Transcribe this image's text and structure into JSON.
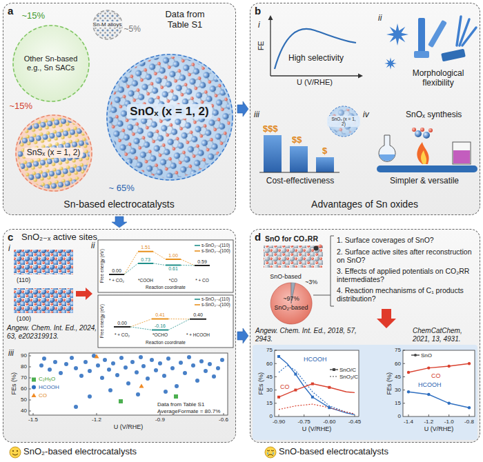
{
  "diagram": {
    "nodes": [
      {
        "text": [
          "a",
          "Sn-based electrocatalysts"
        ]
      },
      {
        "text": [
          "~15%",
          "Other Sn-based e.g., Sn SACs"
        ],
        "in": 0
      },
      {
        "text": [
          "Sn-M alloys",
          "~5%"
        ],
        "in": 0
      },
      {
        "text": [
          "SnOₓ (x = 1, 2)",
          "~ 65%"
        ],
        "in": 0
      },
      {
        "text": [
          "~15%",
          "SnSₓ (x = 1, 2)"
        ],
        "in": 0
      },
      {
        "text": [
          "b",
          "Advantages of Sn oxides"
        ]
      },
      {
        "text": [
          "c",
          "SnO₂₋ₓ active sites"
        ]
      },
      {
        "text": [
          "d"
        ]
      }
    ],
    "edges": [
      {
        "from": 0,
        "to": 5,
        "arrow": "to"
      },
      {
        "from": 0,
        "to": 6,
        "arrow": "to"
      },
      {
        "from": 6,
        "to": 7,
        "arrow": "to"
      }
    ],
    "labels": [
      "Data from Table S1",
      "i",
      "FE",
      "High selectivity",
      "U (V/RHE)",
      "ii",
      "Morphological flexibility",
      "iii",
      "$$$",
      "$$",
      "$",
      "SnOₓ (x = 1, 2)",
      "Cost-effectiveness",
      "iv",
      "SnOₓ synthesis",
      "Simpler & versatile",
      "i",
      "(110)",
      "(100)",
      "Angew. Chem. Int. Ed., 2024, 63, e202319913.",
      "ii",
      "Free energy (eV)",
      "0.00",
      "1.51",
      "0.73",
      "1.00",
      "0.61",
      "0.59",
      "* + CO₂",
      "*COOH",
      "*CO",
      "* + CO",
      "Reaction coordinate",
      "Free energy (eV)",
      "0.00",
      "0.41",
      "-0.16",
      "0.40",
      "* + CO₂",
      "*OCHO",
      "* + HCOOH",
      "Reaction coordinate",
      "iii",
      "FEs (%)",
      "90",
      "80",
      "70",
      "60",
      "50",
      "40",
      "-1.5",
      "-1.2",
      "-0.9",
      "-0.6",
      "U (V/RHE)",
      "Data from Table S1",
      "AverageFormate = 80.7%",
      "SnO for CO₂RR",
      "SnO-based",
      "~3%",
      "~97%",
      "SnO₂-based",
      "1. Surface coverages of SnO?",
      "2. Surface active sites after reconstruction on SnO?",
      "3. Effects of applied potentials on CO₂RR intermediates?",
      "4. Reaction mechanisms of C₁ products distribution?",
      "Angew. Chem. Int. Ed., 2018, 57, 2943.",
      "ChemCatChem, 2021, 13, 4931.",
      "FEs (%)",
      "75",
      "60",
      "45",
      "30",
      "15",
      "0",
      "-0.90",
      "-0.75",
      "-0.60",
      "-0.45",
      "U (V/RHE)",
      "HCOOH",
      "CO",
      "FEs (%)",
      "75",
      "60",
      "45",
      "30",
      "15",
      "0",
      "-1.4",
      "-1.2",
      "-1.0",
      "-0.8",
      "U (V/RHE)",
      "CO",
      "HCOOH",
      "SnO₂-based electrocatalysts",
      "SnO-based electrocatalysts"
    ],
    "legend": [
      {
        "text": "s-SnO₂₋ₓ(110)"
      },
      {
        "text": "s-SnO₂₋ₓ(100)"
      },
      {
        "text": "s-SnO₂₋ₓ(110)"
      },
      {
        "text": "s-SnO₂₋ₓ(100)"
      },
      {
        "text": "C₂H₅O"
      },
      {
        "text": "HCOOH"
      },
      {
        "text": "CO"
      },
      {
        "text": "SnO/C"
      },
      {
        "text": "SnO₂/C"
      },
      {
        "text": "SnO"
      }
    ]
  }
}
